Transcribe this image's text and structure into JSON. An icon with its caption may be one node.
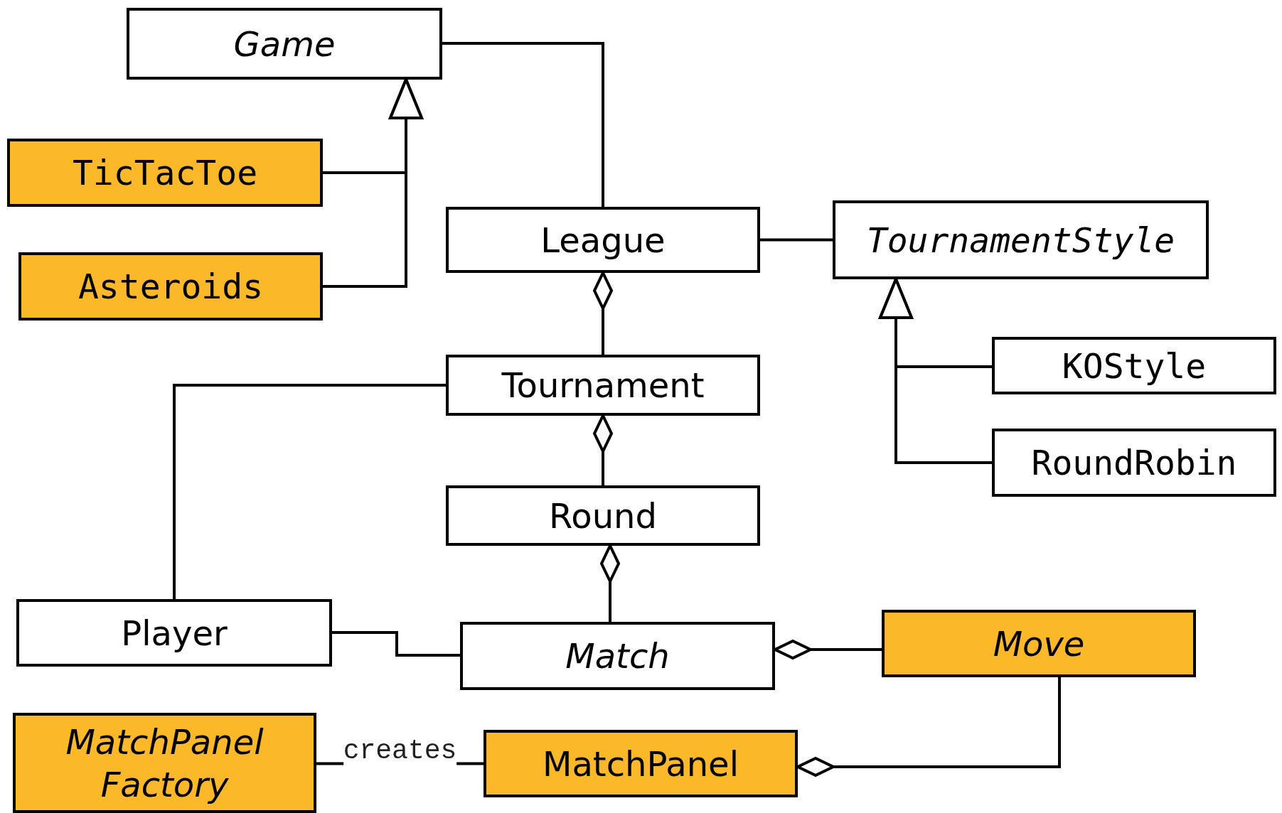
{
  "diagram": {
    "nodes": [
      {
        "text": [
          "Game"
        ]
      },
      {
        "text": [
          "TicTacToe"
        ]
      },
      {
        "text": [
          "Asteroids"
        ]
      },
      {
        "text": [
          "League"
        ]
      },
      {
        "text": [
          "TournamentStyle"
        ]
      },
      {
        "text": [
          "KOStyle"
        ]
      },
      {
        "text": [
          "RoundRobin"
        ]
      },
      {
        "text": [
          "Tournament"
        ]
      },
      {
        "text": [
          "Round"
        ]
      },
      {
        "text": [
          "Player"
        ]
      },
      {
        "text": [
          "Match"
        ]
      },
      {
        "text": [
          "Move"
        ]
      },
      {
        "text": [
          "MatchPanel Factory"
        ]
      },
      {
        "text": [
          "MatchPanel"
        ]
      }
    ],
    "edges": [
      {
        "from": 1,
        "to": 0,
        "arrow": "to"
      },
      {
        "from": 2,
        "to": 0,
        "arrow": "to"
      },
      {
        "from": 0,
        "to": 3,
        "arrow": "none"
      },
      {
        "from": 3,
        "to": 4,
        "arrow": "none"
      },
      {
        "from": 5,
        "to": 4,
        "arrow": "to"
      },
      {
        "from": 6,
        "to": 4,
        "arrow": "to"
      },
      {
        "from": 7,
        "to": 3,
        "arrow": "other"
      },
      {
        "from": 8,
        "to": 7,
        "arrow": "other"
      },
      {
        "from": 10,
        "to": 8,
        "arrow": "other"
      },
      {
        "from": 9,
        "to": 7,
        "arrow": "none"
      },
      {
        "from": 9,
        "to": 10,
        "arrow": "none"
      },
      {
        "from": 11,
        "to": 10,
        "arrow": "other"
      },
      {
        "from": 11,
        "to": 13,
        "arrow": "other"
      },
      {
        "from": 12,
        "to": 13,
        "arrow": "none",
        "label": "creates"
      }
    ]
  }
}
